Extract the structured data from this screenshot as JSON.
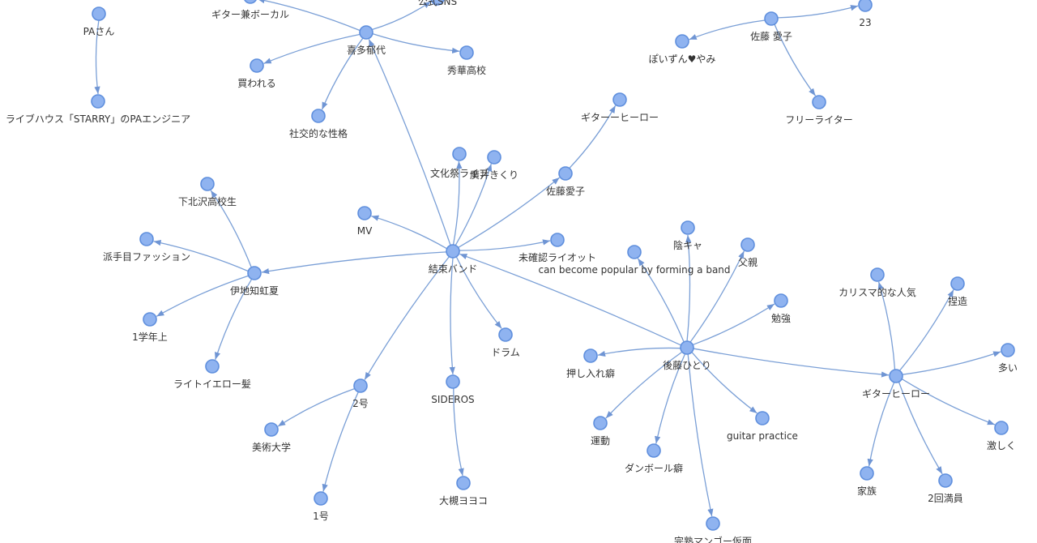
{
  "graph": {
    "node_color": "#8fb3f0",
    "node_stroke": "#5f8fdd",
    "edge_color": "#7a9fd6",
    "nodes": [
      {
        "id": "pa",
        "label": "PAさん"
      },
      {
        "id": "pa_eng",
        "label": "ライブハウス「STARRY」のPAエンジニア"
      },
      {
        "id": "kita",
        "label": "喜多郁代"
      },
      {
        "id": "guitar_vocal",
        "label": "ギター兼ボーカル"
      },
      {
        "id": "official_sns",
        "label": "公式SNS"
      },
      {
        "id": "shuka",
        "label": "秀華高校"
      },
      {
        "id": "kawareru",
        "label": "買われる"
      },
      {
        "id": "shakoteki",
        "label": "社交的な性格"
      },
      {
        "id": "sato_ai",
        "label": "佐藤 愛子"
      },
      {
        "id": "n23",
        "label": "23"
      },
      {
        "id": "poisunyami",
        "label": "ぽいずん♥やみ"
      },
      {
        "id": "freewriter",
        "label": "フリーライター"
      },
      {
        "id": "guitarhero_top",
        "label": "ギターーヒーロー"
      },
      {
        "id": "sato_aiko",
        "label": "佐藤愛子"
      },
      {
        "id": "bunkasai",
        "label": "文化祭ライブ"
      },
      {
        "id": "hiroi",
        "label": "廣井きくり"
      },
      {
        "id": "kessoku",
        "label": "結束バンド"
      },
      {
        "id": "mv",
        "label": "MV"
      },
      {
        "id": "mikakunin",
        "label": "未確認ライオット"
      },
      {
        "id": "drum",
        "label": "ドラム"
      },
      {
        "id": "sideros",
        "label": "SIDEROS"
      },
      {
        "id": "otsuki",
        "label": "大槻ヨヨコ"
      },
      {
        "id": "no2",
        "label": "2号"
      },
      {
        "id": "bijutsu",
        "label": "美術大学"
      },
      {
        "id": "no1",
        "label": "1号"
      },
      {
        "id": "ijichi",
        "label": "伊地知虹夏"
      },
      {
        "id": "shimokita",
        "label": "下北沢高校生"
      },
      {
        "id": "hademe",
        "label": "派手目ファッション"
      },
      {
        "id": "gakunen",
        "label": "1学年上"
      },
      {
        "id": "lightyellow",
        "label": "ライトイエロー髪"
      },
      {
        "id": "goto",
        "label": "後藤ひとり"
      },
      {
        "id": "popular",
        "label": "can become popular by forming a band"
      },
      {
        "id": "inkya",
        "label": "陰キャ"
      },
      {
        "id": "chichi",
        "label": "父親"
      },
      {
        "id": "benkyo",
        "label": "勉強"
      },
      {
        "id": "oshiire",
        "label": "押し入れ癖"
      },
      {
        "id": "undo",
        "label": "運動"
      },
      {
        "id": "danboru",
        "label": "ダンボール癖"
      },
      {
        "id": "guitarpractice",
        "label": "guitar practice"
      },
      {
        "id": "kanjuku",
        "label": "完熟マンゴー仮面"
      },
      {
        "id": "guitarhero",
        "label": "ギターヒーロー"
      },
      {
        "id": "charisma",
        "label": "カリスマ的な人気"
      },
      {
        "id": "netsuzo",
        "label": "捏造"
      },
      {
        "id": "oi",
        "label": "多い"
      },
      {
        "id": "hageshiku",
        "label": "激しく"
      },
      {
        "id": "kazoku",
        "label": "家族"
      },
      {
        "id": "nikai",
        "label": "2回満員"
      }
    ],
    "edges": [
      [
        "pa",
        "pa_eng"
      ],
      [
        "kessoku",
        "kita"
      ],
      [
        "kita",
        "guitar_vocal"
      ],
      [
        "kita",
        "official_sns"
      ],
      [
        "kita",
        "shuka"
      ],
      [
        "kita",
        "kawareru"
      ],
      [
        "kita",
        "shakoteki"
      ],
      [
        "sato_ai",
        "n23"
      ],
      [
        "sato_ai",
        "poisunyami"
      ],
      [
        "sato_ai",
        "freewriter"
      ],
      [
        "kessoku",
        "sato_aiko"
      ],
      [
        "sato_aiko",
        "guitarhero_top"
      ],
      [
        "kessoku",
        "bunkasai"
      ],
      [
        "kessoku",
        "hiroi"
      ],
      [
        "kessoku",
        "mv"
      ],
      [
        "kessoku",
        "mikakunin"
      ],
      [
        "kessoku",
        "drum"
      ],
      [
        "kessoku",
        "sideros"
      ],
      [
        "sideros",
        "otsuki"
      ],
      [
        "kessoku",
        "no2"
      ],
      [
        "no2",
        "bijutsu"
      ],
      [
        "no2",
        "no1"
      ],
      [
        "kessoku",
        "ijichi"
      ],
      [
        "ijichi",
        "shimokita"
      ],
      [
        "ijichi",
        "hademe"
      ],
      [
        "ijichi",
        "gakunen"
      ],
      [
        "ijichi",
        "lightyellow"
      ],
      [
        "goto",
        "kessoku"
      ],
      [
        "goto",
        "popular"
      ],
      [
        "goto",
        "inkya"
      ],
      [
        "goto",
        "chichi"
      ],
      [
        "goto",
        "benkyo"
      ],
      [
        "goto",
        "oshiire"
      ],
      [
        "goto",
        "undo"
      ],
      [
        "goto",
        "danboru"
      ],
      [
        "goto",
        "guitarpractice"
      ],
      [
        "goto",
        "kanjuku"
      ],
      [
        "goto",
        "guitarhero"
      ],
      [
        "guitarhero",
        "charisma"
      ],
      [
        "guitarhero",
        "netsuzo"
      ],
      [
        "guitarhero",
        "oi"
      ],
      [
        "guitarhero",
        "hageshiku"
      ],
      [
        "guitarhero",
        "kazoku"
      ],
      [
        "guitarhero",
        "nikai"
      ]
    ]
  }
}
